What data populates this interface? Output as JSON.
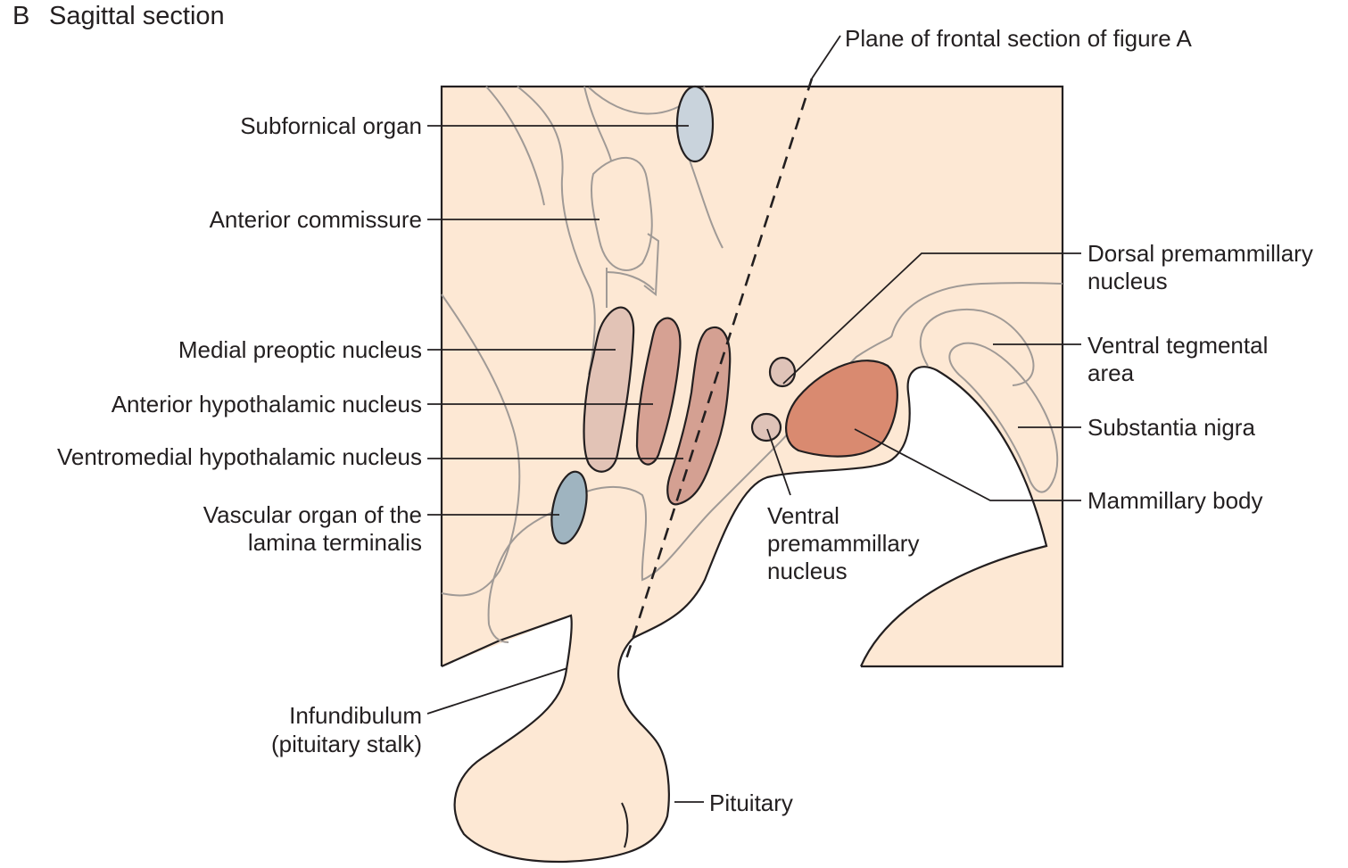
{
  "figure": {
    "panel_letter": "B",
    "title": "Sagittal section",
    "colors": {
      "tissue": "#fde8d4",
      "outline": "#231f20",
      "faint_outline": "#a09a96",
      "subfornical_organ": "#c9d3dc",
      "vascular_organ": "#9fb4c0",
      "medial_preoptic": "#e2c3b6",
      "anterior_hypothalamic": "#d6a193",
      "ventromedial_hypothalamic": "#d4a092",
      "premammillary_nuclei": "#dfc3b8",
      "mammillary_body": "#d98a70"
    },
    "plane_label": "Plane of frontal section of figure A",
    "labels_left": [
      {
        "id": "subfornical-organ",
        "text": [
          "Subfornical organ"
        ]
      },
      {
        "id": "anterior-commissure",
        "text": [
          "Anterior commissure"
        ]
      },
      {
        "id": "medial-preoptic-nucleus",
        "text": [
          "Medial preoptic nucleus"
        ]
      },
      {
        "id": "anterior-hypothalamic-nucleus",
        "text": [
          "Anterior hypothalamic nucleus"
        ]
      },
      {
        "id": "ventromedial-hypothalamic-nucleus",
        "text": [
          "Ventromedial hypothalamic nucleus"
        ]
      },
      {
        "id": "vascular-organ",
        "text": [
          "Vascular organ of the",
          "lamina terminalis"
        ]
      },
      {
        "id": "infundibulum",
        "text": [
          "Infundibulum",
          "(pituitary stalk)"
        ]
      }
    ],
    "labels_right": [
      {
        "id": "dorsal-premammillary-nucleus",
        "text": [
          "Dorsal premammillary",
          "nucleus"
        ]
      },
      {
        "id": "ventral-tegmental-area",
        "text": [
          "Ventral tegmental",
          "area"
        ]
      },
      {
        "id": "substantia-nigra",
        "text": [
          "Substantia nigra"
        ]
      },
      {
        "id": "mammillary-body",
        "text": [
          "Mammillary body"
        ]
      }
    ],
    "label_ventral_premammillary": [
      "Ventral",
      "premammillary",
      "nucleus"
    ],
    "label_pituitary": "Pituitary"
  }
}
